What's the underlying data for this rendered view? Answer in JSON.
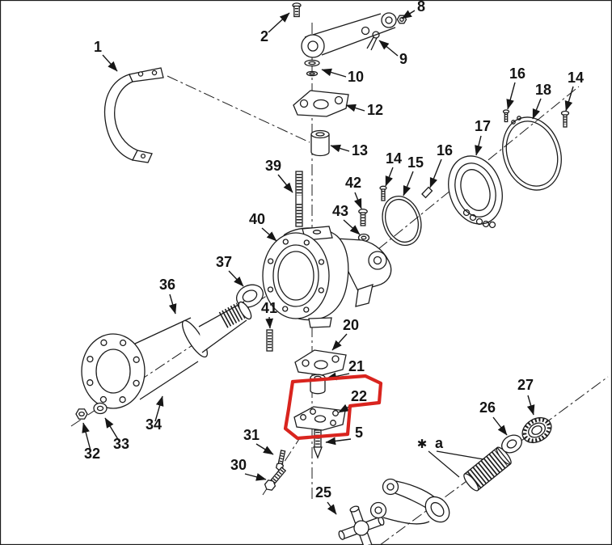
{
  "figure": {
    "highlight_color": "#d9241e",
    "line_color": "#1c1c1c",
    "background": "#ffffff"
  },
  "callouts": {
    "c1": "1",
    "c2": "2",
    "c5": "5",
    "c8": "8",
    "c9": "9",
    "c10": "10",
    "c12": "12",
    "c13": "13",
    "c14a": "14",
    "c14b": "14",
    "c15": "15",
    "c16a": "16",
    "c16b": "16",
    "c17": "17",
    "c18": "18",
    "c20": "20",
    "c21": "21",
    "c22": "22",
    "c25": "25",
    "c26": "26",
    "c27": "27",
    "c30": "30",
    "c31": "31",
    "c32": "32",
    "c33": "33",
    "c34": "34",
    "c36": "36",
    "c37": "37",
    "c39": "39",
    "c40": "40",
    "c41": "41",
    "c42": "42",
    "c43": "43"
  },
  "footnote": {
    "marker": "✱",
    "label": "a"
  }
}
